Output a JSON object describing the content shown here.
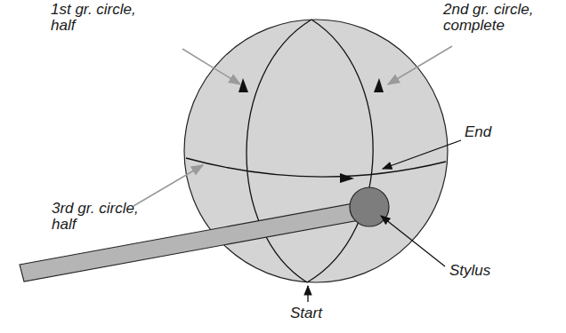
{
  "diagram": {
    "labels": [
      "1st gr. circle, half",
      "2nd gr. circle, complete",
      "End",
      "3rd gr. circle, half",
      "Stylus",
      "Start"
    ]
  }
}
